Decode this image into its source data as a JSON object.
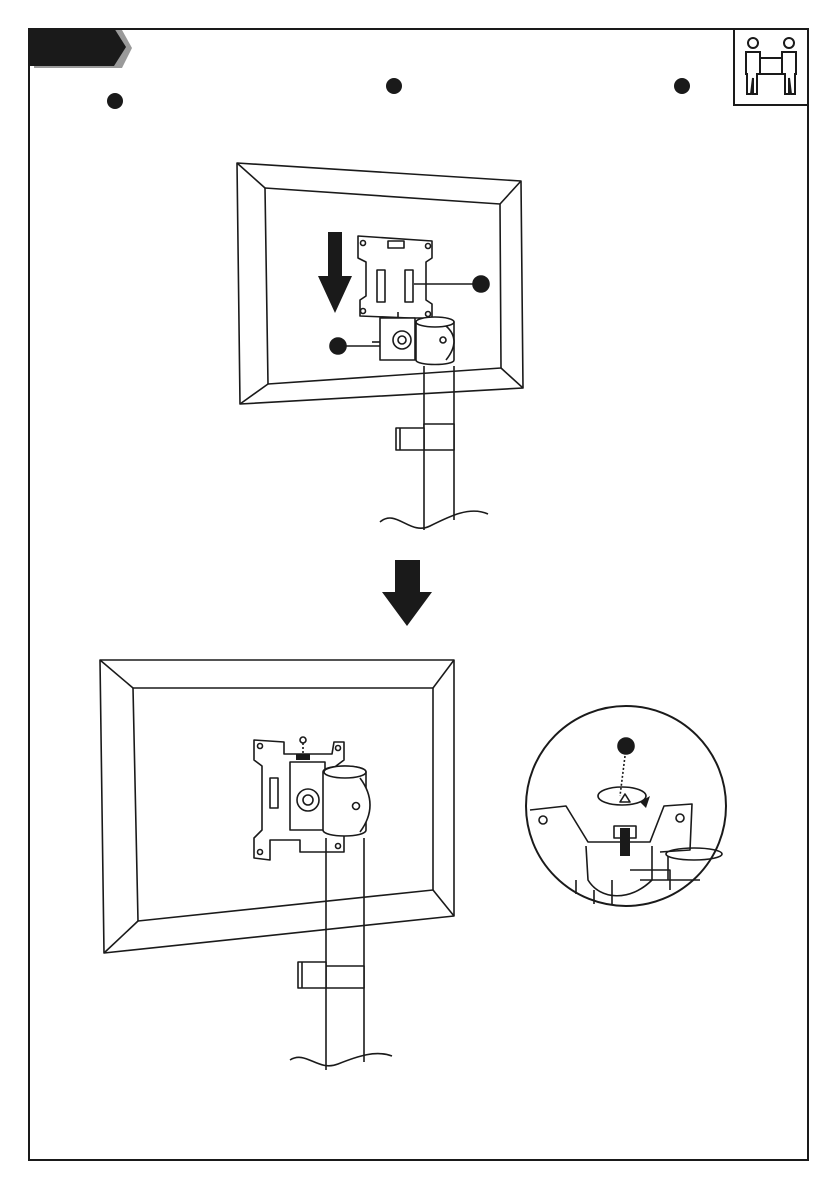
{
  "header": {
    "step_tab_icon": "step-tab",
    "two_person_icon": "two-person-lift-icon",
    "instruction_markers": 3
  },
  "colors": {
    "ink": "#1a1a1a",
    "tab_fill": "#1a1a1a",
    "tab_shadow": "#9a9a9a",
    "paper": "#ffffff"
  },
  "figures": [
    {
      "name": "monitor-attach-slide-down",
      "icon": "down-arrow-icon"
    },
    {
      "name": "transition-arrow",
      "icon": "big-down-arrow-icon"
    },
    {
      "name": "monitor-attached",
      "icon": "monitor-icon"
    },
    {
      "name": "screw-tighten-detail",
      "icon": "rotate-arrow-icon"
    }
  ]
}
